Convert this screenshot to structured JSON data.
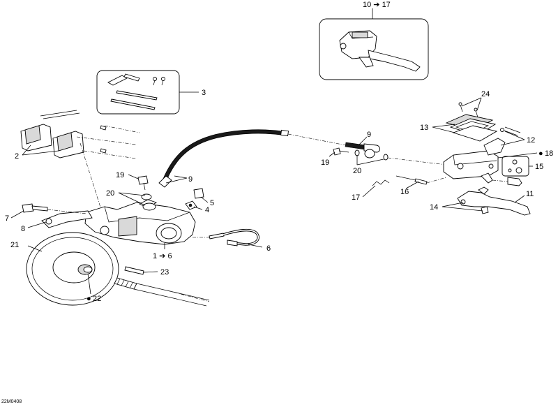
{
  "callouts": {
    "c2": "2",
    "c3": "3",
    "c4": "4",
    "c5": "5",
    "c6a": "6",
    "c6b": "1 ➔ 6",
    "c7": "7",
    "c8": "8",
    "c9a": "9",
    "c9b": "9",
    "c10": "10 ➔ 17",
    "c11": "11",
    "c12": "12",
    "c13": "13",
    "c14": "14",
    "c15": "15",
    "c16": "16",
    "c17": "17",
    "c18": "18",
    "c19a": "19",
    "c19b": "19",
    "c20a": "20",
    "c20b": "20",
    "c21": "21",
    "c22": "22",
    "c23": "23",
    "c24": "24"
  },
  "drawing_code": "22M0408",
  "colors": {
    "line": "#000000",
    "fill": "#ffffff",
    "shade": "#d9d9d9",
    "hose": "#1a1a1a"
  },
  "icons": {
    "lubricant": "drop-icon"
  }
}
